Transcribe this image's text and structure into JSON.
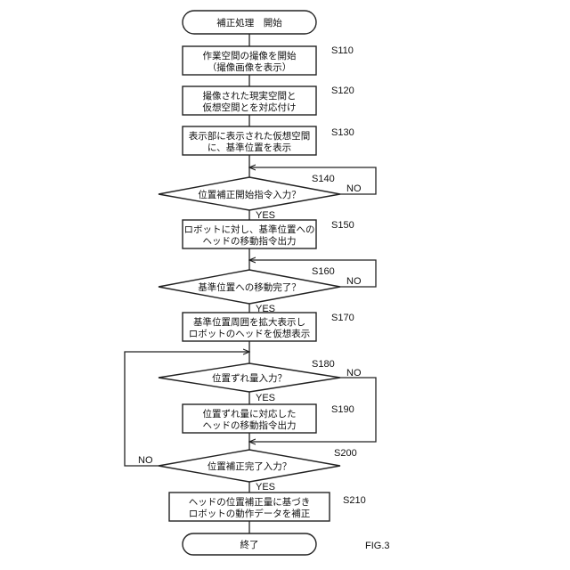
{
  "figure_label": "FIG.3",
  "branch_labels": {
    "yes": "YES",
    "no": "NO"
  },
  "nodes": {
    "start": [
      "補正処理　開始"
    ],
    "s110": [
      "作業空間の撮像を開始",
      "（撮像画像を表示）"
    ],
    "s120": [
      "撮像された現実空間と",
      "仮想空間とを対応付け"
    ],
    "s130": [
      "表示部に表示された仮想空間",
      "に、基準位置を表示"
    ],
    "s140": [
      "位置補正開始指令入力？"
    ],
    "s150": [
      "ロボットに対し、基準位置への",
      "ヘッドの移動指令出力"
    ],
    "s160": [
      "基準位置への移動完了？"
    ],
    "s170": [
      "基準位置周囲を拡大表示し",
      "ロボットのヘッドを仮想表示"
    ],
    "s180": [
      "位置ずれ量入力？"
    ],
    "s190": [
      "位置ずれ量に対応した",
      "ヘッドの移動指令出力"
    ],
    "s200": [
      "位置補正完了入力？"
    ],
    "s210": [
      "ヘッドの位置補正量に基づき",
      "ロボットの動作データを補正"
    ],
    "end": [
      "終了"
    ]
  },
  "step_labels": {
    "s110": "S110",
    "s120": "S120",
    "s130": "S130",
    "s140": "S140",
    "s150": "S150",
    "s160": "S160",
    "s170": "S170",
    "s180": "S180",
    "s190": "S190",
    "s200": "S200",
    "s210": "S210"
  }
}
